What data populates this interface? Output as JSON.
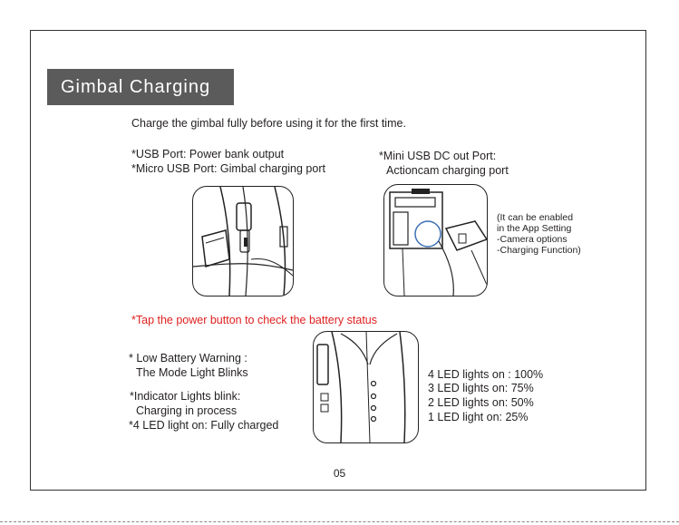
{
  "title": "Gimbal Charging",
  "intro": "Charge the gimbal fully before using it for the first time.",
  "ports_left": [
    "*USB Port: Power bank output",
    "*Micro USB Port: Gimbal charging port"
  ],
  "ports_right": [
    "*Mini USB DC out Port:",
    "Actioncam charging port"
  ],
  "app_note": [
    "(It can be enabled",
    "in the App Setting",
    "-Camera options",
    "-Charging Function)"
  ],
  "tap_note": "*Tap the power button to check the battery status",
  "indicators": [
    "* Low Battery Warning :",
    "The Mode Light Blinks",
    "*Indicator Lights blink:",
    "Charging in process",
    "*4 LED light on: Fully charged"
  ],
  "led_levels": [
    "4 LED lights on : 100%",
    "3 LED lights on: 75%",
    "2 LED lights on: 50%",
    "1 LED light on: 25%"
  ],
  "page_number": "05"
}
